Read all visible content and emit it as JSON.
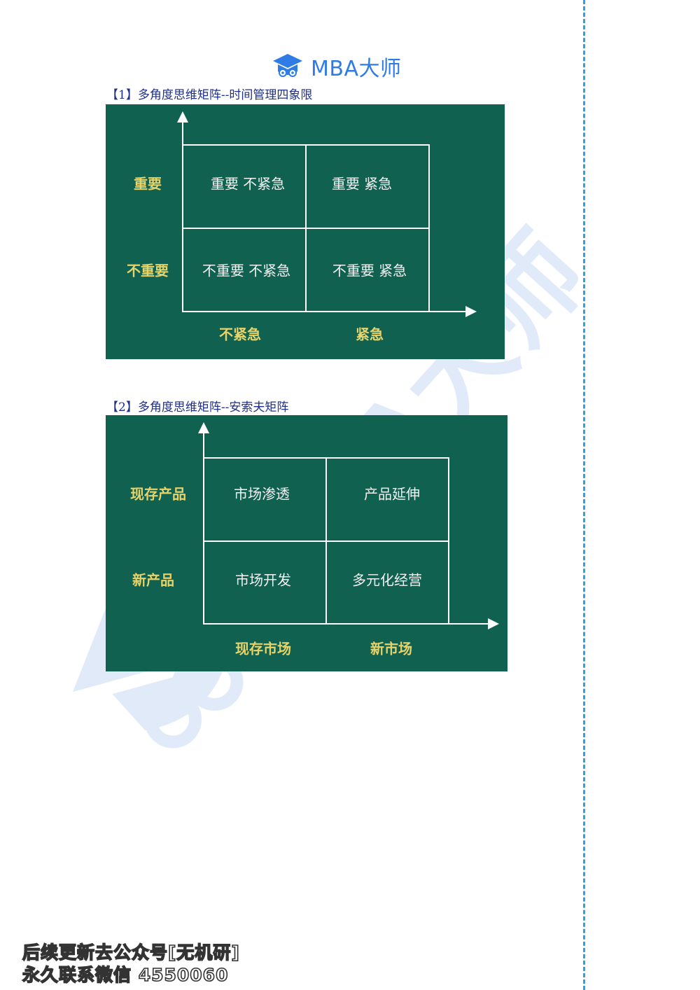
{
  "logo": {
    "text": "MBA大师",
    "icon": "graduation-cap-owl-icon",
    "color": "#2f7ce6"
  },
  "sections": [
    {
      "heading_num": "【1】",
      "heading_text": "多角度思维矩阵--时间管理四象限",
      "matrix": {
        "y_labels": [
          "重要",
          "不重要"
        ],
        "x_labels": [
          "不紧急",
          "紧急"
        ],
        "cells": [
          [
            "重要 不紧急",
            "重要 紧急"
          ],
          [
            "不重要 不紧急",
            "不重要 紧急"
          ]
        ]
      }
    },
    {
      "heading_num": "【2】",
      "heading_text": "多角度思维矩阵--安索夫矩阵",
      "matrix": {
        "y_labels": [
          "现存产品",
          "新产品"
        ],
        "x_labels": [
          "现存市场",
          "新市场"
        ],
        "cells": [
          [
            "市场渗透",
            "产品延伸"
          ],
          [
            "市场开发",
            "多元化经营"
          ]
        ]
      }
    }
  ],
  "footer": {
    "line1": "后续更新去公众号[无机研]",
    "line2": "永久联系微信 4550060"
  },
  "colors": {
    "board": "#116150",
    "axis_label": "#e6d36a",
    "cell_text": "#f2f2f2",
    "heading": "#1f2f8a",
    "dash_border": "#29a3e3",
    "watermark": "#dbe6f8"
  },
  "watermark": {
    "text": "MBA大师",
    "icon": "graduation-cap-owl-icon"
  }
}
